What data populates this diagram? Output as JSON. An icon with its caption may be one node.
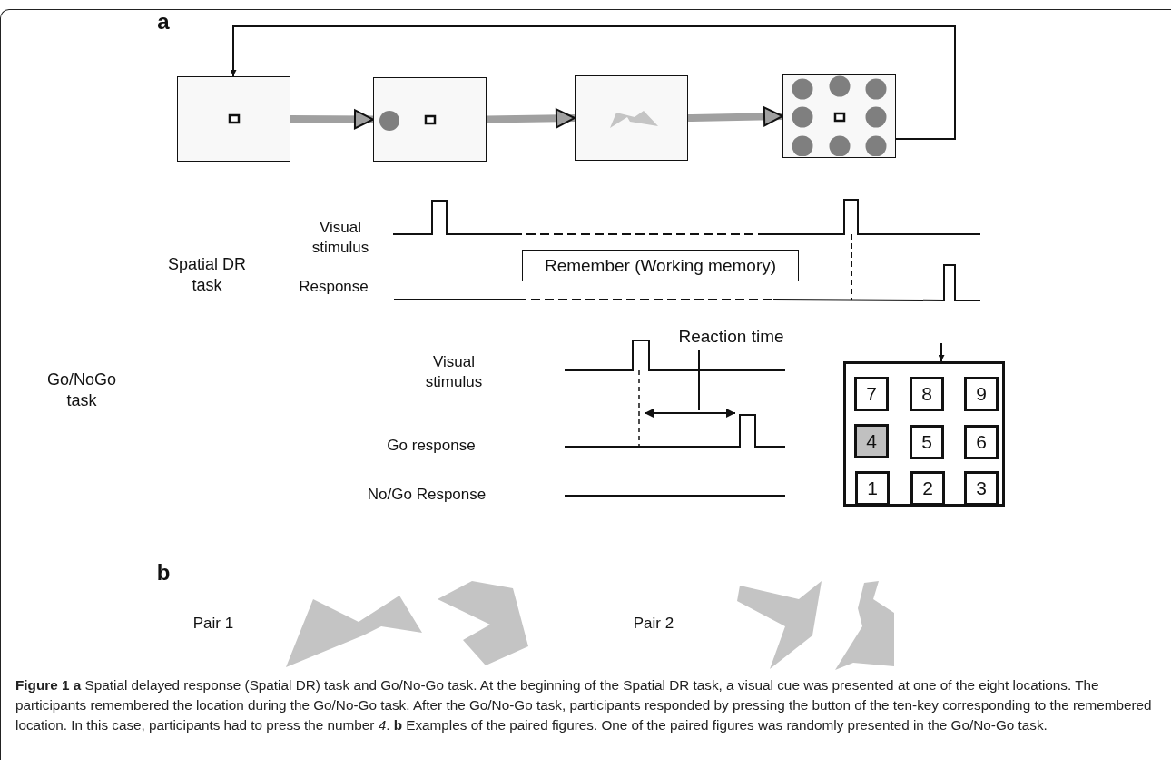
{
  "diagram": {
    "caption": "**Figure 1** **a** Spatial delayed response (Spatial DR) task and Go/No-Go task. At the beginning of the Spatial DR task, a visual cue was presented at one of the eight locations. The participants remembered the location during the Go/No-Go task. After the Go/No-Go task, participants responded by pressing the button of the ten-key corresponding to the remembered location. In this case, participants had to press the number *4*. **b** Examples of the paired figures. One of the paired figures was randomly presented in the Go/No-Go task.",
    "nodes": [
      {
        "text": [],
        "shape": "box"
      },
      {
        "text": [],
        "shape": "box"
      },
      {
        "text": [],
        "shape": "box"
      },
      {
        "text": [],
        "shape": "box"
      },
      {
        "text": [
          "Remember (Working memory)"
        ]
      },
      {
        "text": [
          "Reaction time"
        ]
      },
      {
        "text": [],
        "shape": "box"
      },
      {
        "text": [
          "7"
        ],
        "in": 6
      },
      {
        "text": [
          "8"
        ],
        "in": 6
      },
      {
        "text": [
          "9"
        ],
        "in": 6
      },
      {
        "text": [
          "4"
        ],
        "in": 6
      },
      {
        "text": [
          "5"
        ],
        "in": 6
      },
      {
        "text": [
          "6"
        ],
        "in": 6
      },
      {
        "text": [
          "1"
        ],
        "in": 6
      },
      {
        "text": [
          "2"
        ],
        "in": 6
      },
      {
        "text": [
          "3"
        ],
        "in": 6
      }
    ],
    "edges": [
      {
        "from": 0,
        "to": 1,
        "arrow": "to",
        "style": "thick",
        "color": "#a0a0a0"
      },
      {
        "from": 1,
        "to": 2,
        "arrow": "to",
        "style": "thick",
        "color": "#a0a0a0"
      },
      {
        "from": 2,
        "to": 3,
        "arrow": "to",
        "style": "thick",
        "color": "#a0a0a0"
      },
      {
        "from": 3,
        "to": 0,
        "arrow": "to",
        "color": "#111111"
      },
      {
        "from": null,
        "to": 6,
        "arrow": "to",
        "color": "#111111"
      },
      {
        "from": 5,
        "to": null,
        "arrow": "none",
        "color": "#111111"
      }
    ],
    "labels": [
      "a",
      "Visual stimulus",
      "Spatial DR task",
      "Response",
      "Visual stimulus",
      "Go/NoGo task",
      "Go response",
      "No/Go Response",
      "b",
      "Pair 1",
      "Pair 2"
    ]
  }
}
